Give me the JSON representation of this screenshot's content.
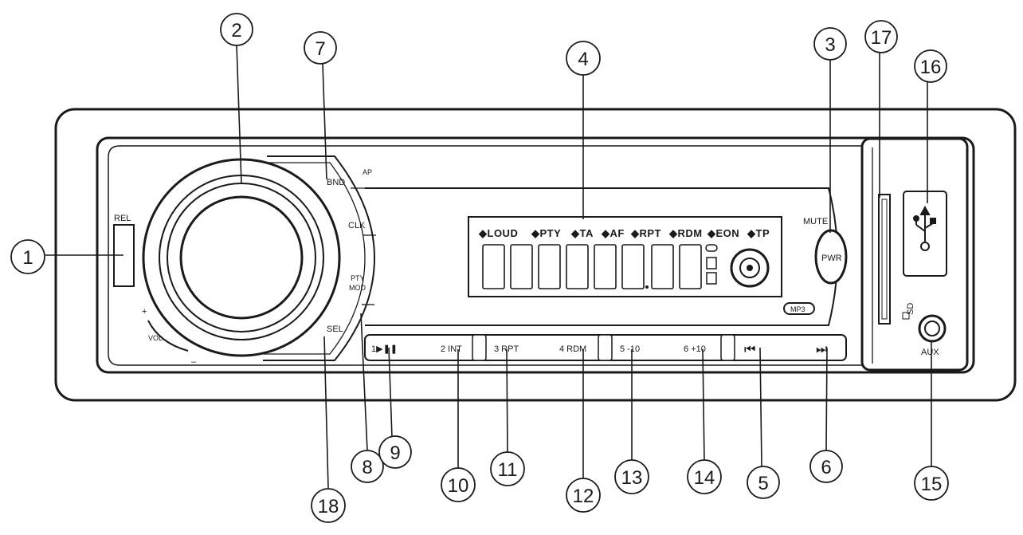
{
  "panel": {
    "knob_labels": {
      "rel": "REL",
      "vol": "VOL",
      "vol_plus": "+",
      "vol_minus": "–",
      "band": "BND",
      "ap": "AP",
      "clk": "CLK",
      "pty_line1": "PTY",
      "pty_line2": "MOD",
      "sel": "SEL"
    },
    "display": {
      "indicators": [
        "◆LOUD",
        "◆PTY",
        "◆TA",
        "◆AF",
        "◆RPT",
        "◆RDM",
        "◆EON",
        "◆TP"
      ],
      "badge": "MP3"
    },
    "power": {
      "mute": "MUTE",
      "pwr": "PWR"
    },
    "presets": [
      {
        "label": "1▶❚❚"
      },
      {
        "label": "2 INT"
      },
      {
        "label": "3 RPT"
      },
      {
        "label": "4 RDM"
      },
      {
        "label": "5 -10"
      },
      {
        "label": "6 +10"
      }
    ],
    "track": {
      "prev": "⏮",
      "next": "⏭"
    },
    "media": {
      "sd": "SD",
      "aux": "AUX"
    }
  },
  "callouts": [
    "1",
    "2",
    "3",
    "4",
    "5",
    "6",
    "7",
    "8",
    "9",
    "10",
    "11",
    "12",
    "13",
    "14",
    "15",
    "16",
    "17",
    "18"
  ]
}
